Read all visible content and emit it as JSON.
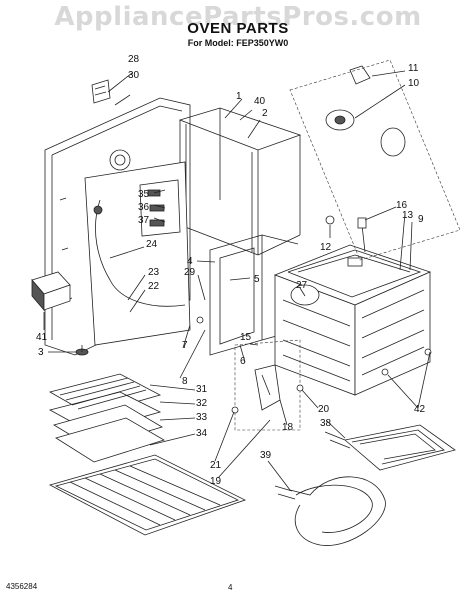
{
  "watermark": "AppliancePartsPros.com",
  "header": {
    "title": "OVEN PARTS",
    "model_line": "For Model: FEP350YW0"
  },
  "footer": {
    "doc_number": "4356284",
    "page_number": "4"
  },
  "callouts": [
    "28",
    "30",
    "1",
    "40",
    "2",
    "11",
    "10",
    "35",
    "36",
    "37",
    "24",
    "16",
    "13",
    "9",
    "12",
    "4",
    "29",
    "23",
    "22",
    "5",
    "27",
    "41",
    "3",
    "7",
    "8",
    "15",
    "6",
    "31",
    "32",
    "33",
    "34",
    "20",
    "42",
    "18",
    "38",
    "21",
    "19",
    "39"
  ]
}
